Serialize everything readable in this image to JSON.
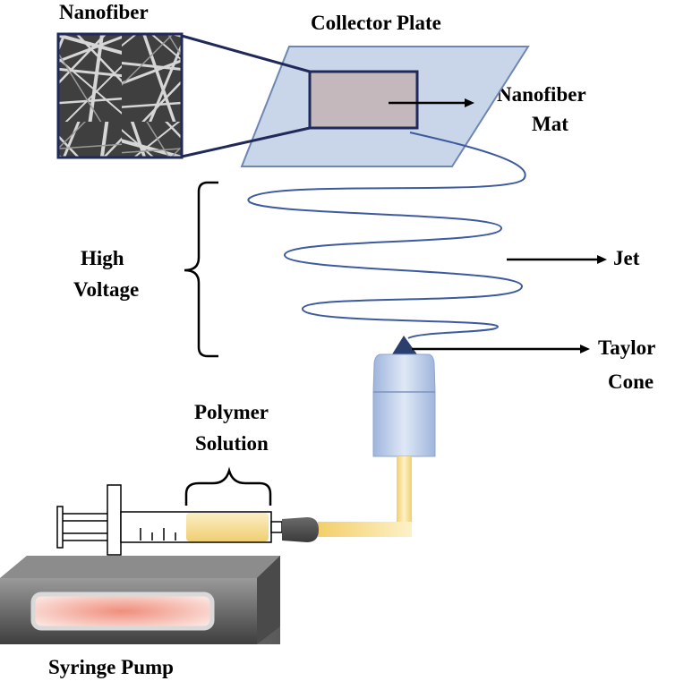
{
  "labels": {
    "nanofiber": "Nanofiber",
    "collector_plate": "Collector Plate",
    "nanofiber_mat_line1": "Nanofiber",
    "nanofiber_mat_line2": "Mat",
    "high_voltage_line1": "High",
    "high_voltage_line2": "Voltage",
    "jet": "Jet",
    "taylor_cone_line1": "Taylor",
    "taylor_cone_line2": "Cone",
    "polymer_solution_line1": "Polymer",
    "polymer_solution_line2": "Solution",
    "syringe_pump": "Syringe Pump"
  },
  "colors": {
    "collector_fill": "#c9d6ea",
    "collector_stroke": "#6f86b3",
    "mat_fill": "#c4b8bc",
    "mat_stroke": "#1f2a5a",
    "jet_stroke": "#3d5a9e",
    "nozzle_fill": "#b8c9e6",
    "polymer_fill": "#f4dfa0",
    "tube_fill": "#f8dc86",
    "pump_body": "#6e6e6e",
    "pump_window": "#e89a8c"
  },
  "icons": {
    "nanofiber_micrograph": "sem-nanofiber-image",
    "taylor_cone": "cone-icon"
  }
}
